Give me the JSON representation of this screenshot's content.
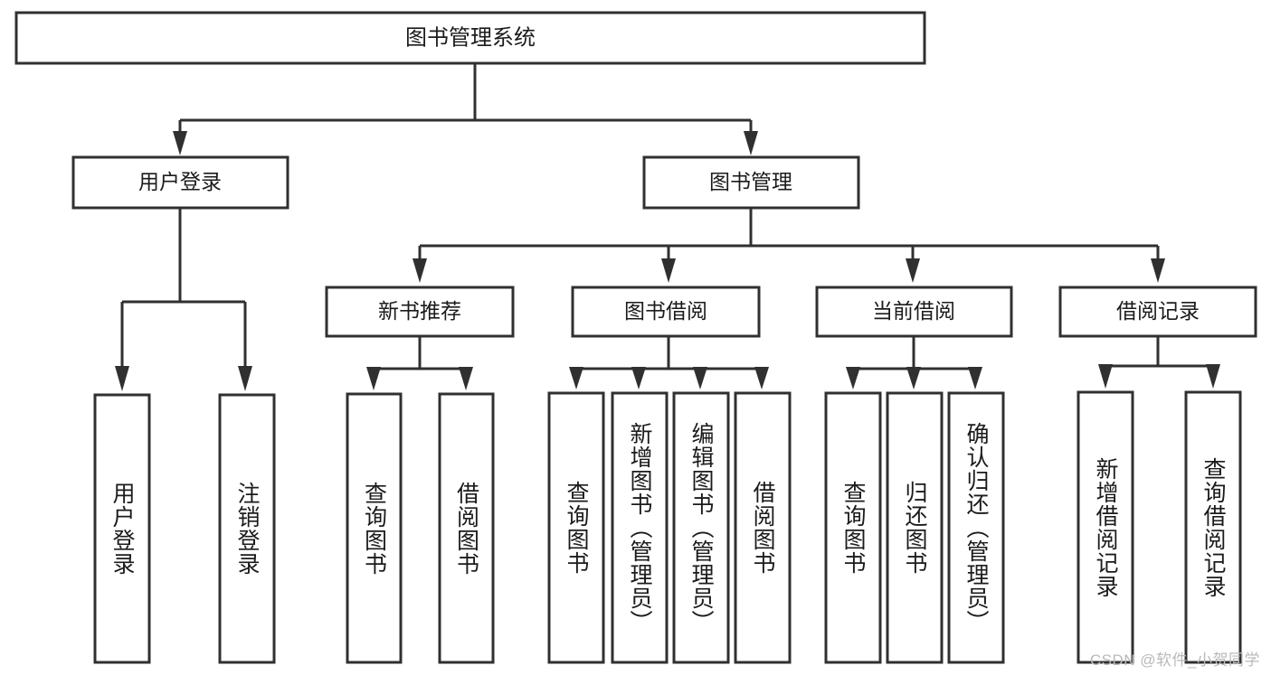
{
  "diagram": {
    "type": "tree-hierarchy-chart",
    "title": "图书管理系统",
    "orientation": "top-down",
    "colors": {
      "box_stroke": "#303030",
      "box_fill": "#ffffff",
      "line": "#303030",
      "text": "#1b1b1b",
      "background": "#ffffff",
      "watermark": "#b9b9b9"
    },
    "root": {
      "label": "图书管理系统"
    },
    "level2": [
      {
        "label": "用户登录"
      },
      {
        "label": "图书管理"
      }
    ],
    "level3": [
      {
        "label": "新书推荐"
      },
      {
        "label": "图书借阅"
      },
      {
        "label": "当前借阅"
      },
      {
        "label": "借阅记录"
      }
    ],
    "leaves": {
      "user_login": [
        {
          "label": "用户登录"
        },
        {
          "label": "注销登录"
        }
      ],
      "new_book_recommend": [
        {
          "label": "查询图书"
        },
        {
          "label": "借阅图书"
        }
      ],
      "book_borrow": [
        {
          "label": "查询图书"
        },
        {
          "label": "新增图书（管理员）"
        },
        {
          "label": "编辑图书（管理员）"
        },
        {
          "label": "借阅图书"
        }
      ],
      "current_borrow": [
        {
          "label": "查询图书"
        },
        {
          "label": "归还图书"
        },
        {
          "label": "确认归还（管理员）"
        }
      ],
      "borrow_record": [
        {
          "label": "新增借阅记录"
        },
        {
          "label": "查询借阅记录"
        }
      ]
    }
  },
  "watermark": {
    "text": "CSDN @软件_小贺同学"
  }
}
